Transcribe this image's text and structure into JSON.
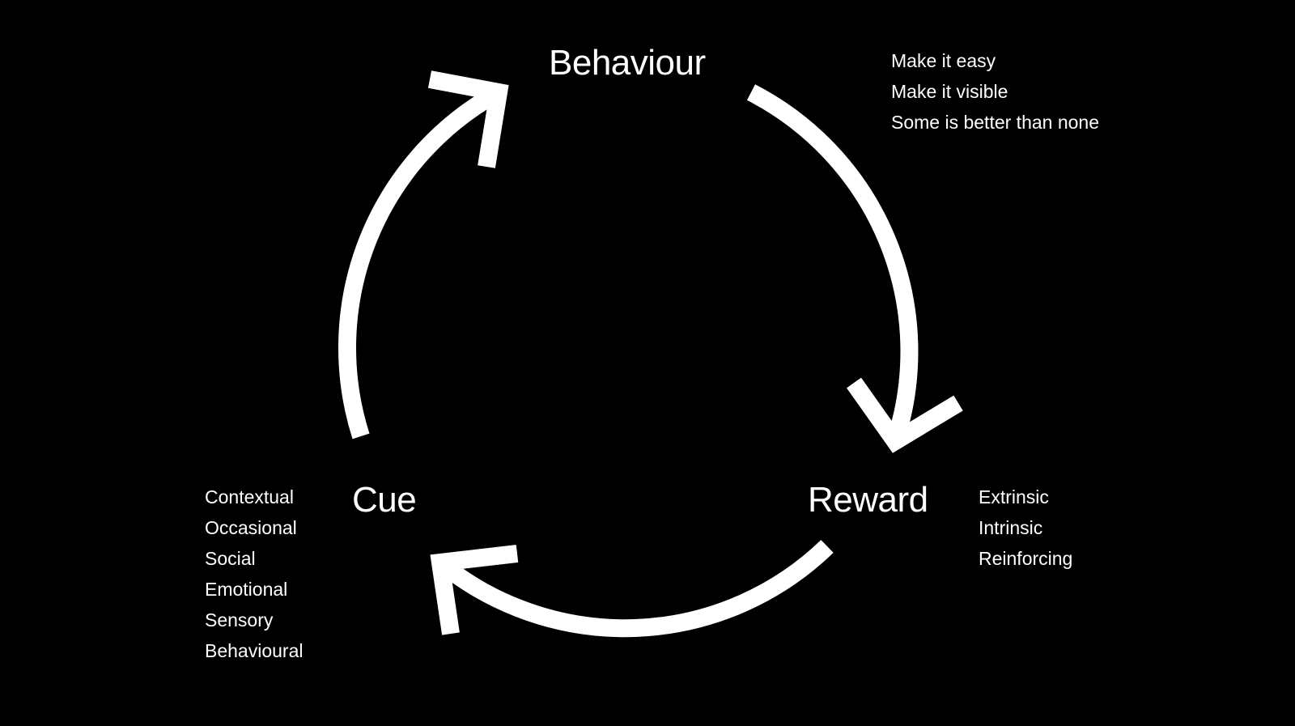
{
  "colors": {
    "background": "#000000",
    "foreground": "#ffffff"
  },
  "nodes": {
    "behaviour": {
      "label": "Behaviour",
      "items": [
        "Make it easy",
        "Make it visible",
        "Some is better than none"
      ]
    },
    "cue": {
      "label": "Cue",
      "items": [
        "Contextual",
        "Occasional",
        "Social",
        "Emotional",
        "Sensory",
        "Behavioural"
      ]
    },
    "reward": {
      "label": "Reward",
      "items": [
        "Extrinsic",
        "Intrinsic",
        "Reinforcing"
      ]
    }
  },
  "edges": [
    {
      "from": "cue",
      "to": "behaviour"
    },
    {
      "from": "behaviour",
      "to": "reward"
    },
    {
      "from": "reward",
      "to": "cue"
    }
  ]
}
